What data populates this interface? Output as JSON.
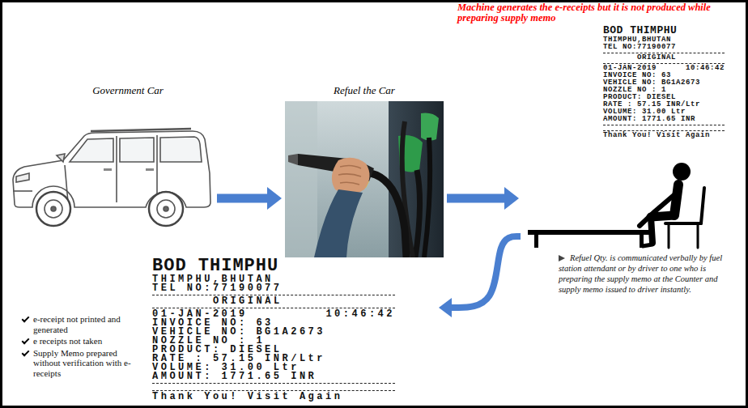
{
  "diagram": {
    "nodes": [
      {
        "text": [
          "Government Car"
        ]
      },
      {
        "text": [
          "Refuel the Car"
        ]
      },
      {
        "text": [
          "BOD THIMPHU",
          "THIMPHU,BHUTAN",
          "TEL NO:77190077",
          "ORIGINAL",
          "01-JAN-2019",
          "10:46:42",
          "INVOICE NO: 63",
          "VEHICLE NO: BG1A2673",
          "NOZZLE NO : 1",
          "PRODUCT: DIESEL",
          "RATE : 57.15 INR/Ltr",
          "VOLUME: 31.00 Ltr",
          "AMOUNT: 1771.65 INR",
          "Thank You! Visit Again"
        ]
      },
      {
        "text": [
          "Refuel Qty. is communicated verbally by fuel station attendant or by driver to one who is preparing the supply memo at the Counter and supply memo issued to driver instantly."
        ]
      },
      {
        "text": [
          "BOD THIMPHU",
          "THIMPHU,BHUTAN",
          "TEL NO:77190077",
          "ORIGINAL",
          "01-JAN-2019",
          "10:46:42",
          "INVOICE NO: 63",
          "VEHICLE NO: BG1A2673",
          "NOZZLE NO : 1",
          "PRODUCT: DIESEL",
          "RATE : 57.15 INR/Ltr",
          "VOLUME: 31.00 Ltr",
          "AMOUNT: 1771.65 INR",
          "Thank You! Visit Again"
        ]
      }
    ],
    "edges": [
      {
        "from": 0,
        "to": 1,
        "arrow": "to"
      },
      {
        "from": 1,
        "to": 3,
        "arrow": "to"
      },
      {
        "from": 3,
        "to": 4,
        "arrow": "to"
      }
    ],
    "labels": [
      "Machine generates the e-receipts but it is not produced while preparing supply memo",
      "e-receipt not printed and generated",
      "e receipts not taken",
      "Supply Memo prepared without verification with e-receipts"
    ]
  }
}
